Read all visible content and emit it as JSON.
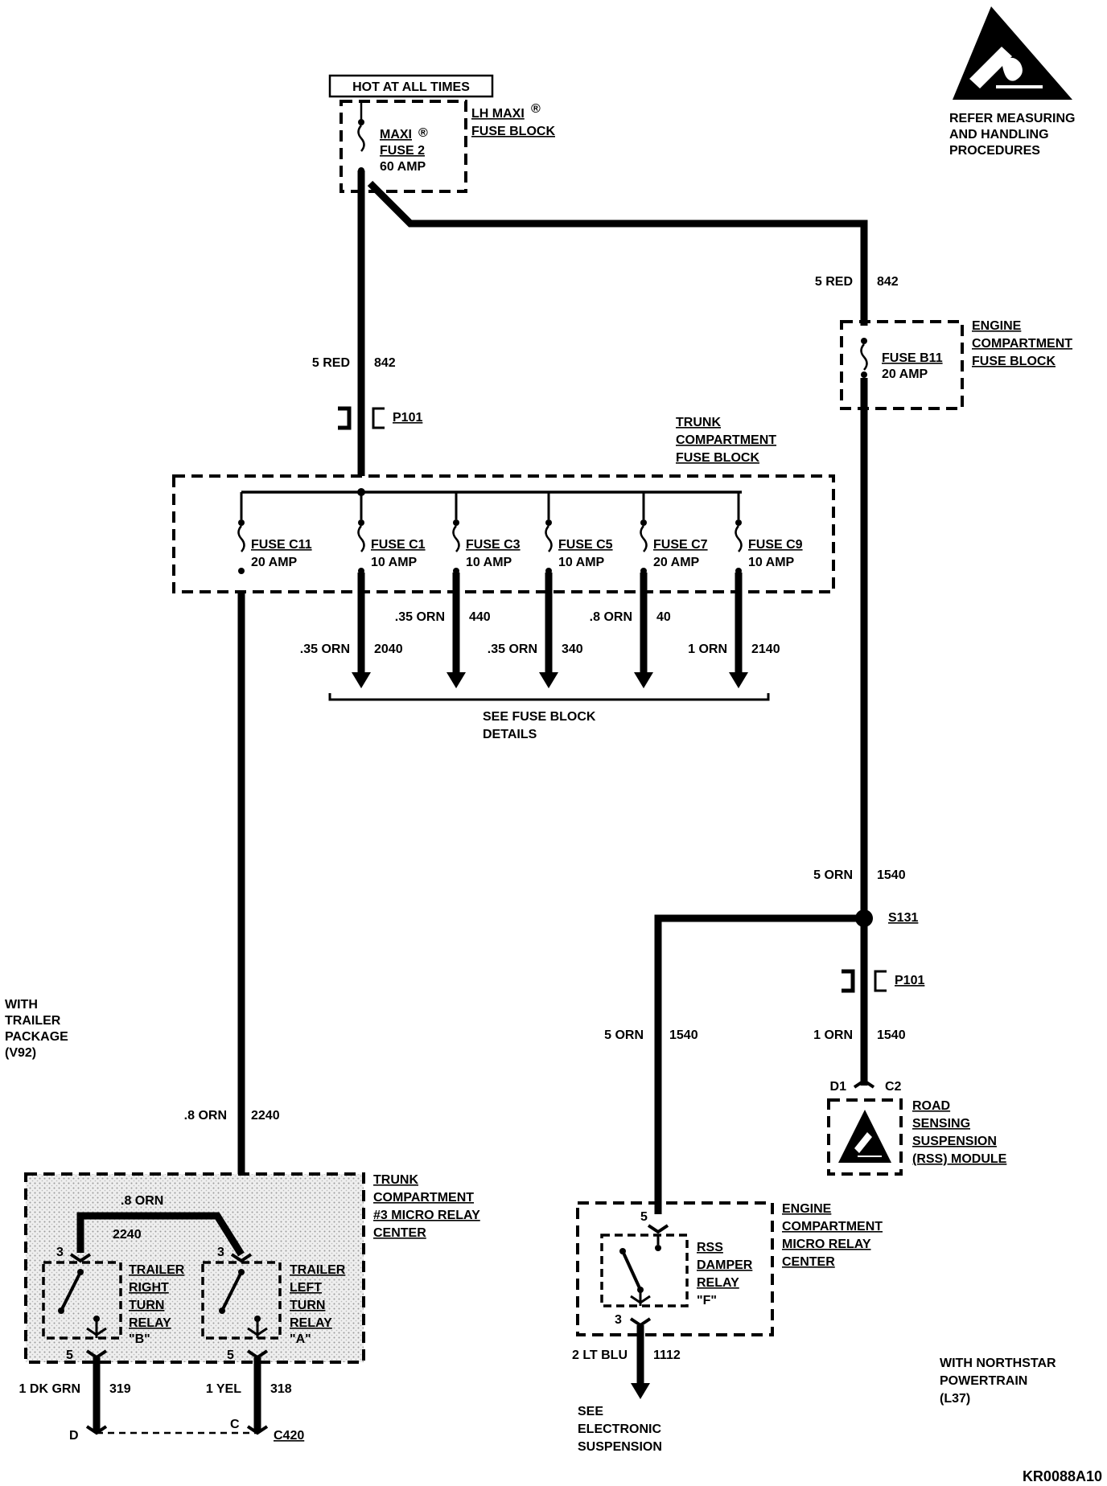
{
  "power": {
    "hot_label": "HOT AT ALL TIMES"
  },
  "maxi_fuse": {
    "block_line1": "LH MAXI",
    "block_line2": "FUSE BLOCK",
    "reg": "®",
    "fuse_line1": "MAXI",
    "fuse_line2": "FUSE 2",
    "rating": "60 AMP"
  },
  "esd_warning": {
    "line1": "REFER MEASURING",
    "line2": "AND HANDLING",
    "line3": "PROCEDURES"
  },
  "wires": {
    "left_main": {
      "gauge": "5 RED",
      "circuit": "842"
    },
    "right_main": {
      "gauge": "5 RED",
      "circuit": "842"
    },
    "right_lower": {
      "gauge": "5 ORN",
      "circuit": "1540"
    },
    "rss_feed": {
      "gauge": "1 ORN",
      "circuit": "1540"
    },
    "damper_feed": {
      "gauge": "5 ORN",
      "circuit": "1540"
    },
    "trailer_feed": {
      "gauge": ".8 ORN",
      "circuit": "2240"
    },
    "relay_jumper": {
      "gauge": ".8 ORN",
      "circuit": "2240"
    },
    "damper_out": {
      "gauge": "2 LT BLU",
      "circuit": "1112"
    },
    "right_turn_out": {
      "gauge": "1 DK GRN",
      "circuit": "319"
    },
    "left_turn_out": {
      "gauge": "1 YEL",
      "circuit": "318"
    }
  },
  "connectors": {
    "p101_top": "P101",
    "p101_right": "P101",
    "s131": "S131",
    "c420": "C420"
  },
  "engine_fuse_block": {
    "line1": "ENGINE",
    "line2": "COMPARTMENT",
    "line3": "FUSE BLOCK",
    "fuse": "FUSE B11",
    "rating": "20 AMP"
  },
  "trunk_fuse_block": {
    "line1": "TRUNK",
    "line2": "COMPARTMENT",
    "line3": "FUSE BLOCK",
    "fuses": [
      {
        "name": "FUSE C11",
        "rating": "20 AMP"
      },
      {
        "name": "FUSE C1",
        "rating": "10 AMP"
      },
      {
        "name": "FUSE C3",
        "rating": "10 AMP"
      },
      {
        "name": "FUSE C5",
        "rating": "10 AMP"
      },
      {
        "name": "FUSE C7",
        "rating": "20 AMP"
      },
      {
        "name": "FUSE C9",
        "rating": "10 AMP"
      }
    ],
    "outputs": [
      {
        "gauge": ".35 ORN",
        "circuit": "2040"
      },
      {
        "gauge": ".35 ORN",
        "circuit": "440"
      },
      {
        "gauge": ".35 ORN",
        "circuit": "340"
      },
      {
        "gauge": ".8 ORN",
        "circuit": "40"
      },
      {
        "gauge": "1 ORN",
        "circuit": "2140"
      }
    ],
    "details_line1": "SEE FUSE BLOCK",
    "details_line2": "DETAILS"
  },
  "rss_module": {
    "line1": "ROAD",
    "line2": "SENSING",
    "line3": "SUSPENSION",
    "line4": "(RSS) MODULE",
    "pin_left": "D1",
    "pin_right": "C2"
  },
  "trailer_note": {
    "line1": "WITH",
    "line2": "TRAILER",
    "line3": "PACKAGE",
    "line4": "(V92)"
  },
  "micro_relay_center": {
    "line1": "TRUNK",
    "line2": "COMPARTMENT",
    "line3": "#3 MICRO RELAY",
    "line4": "CENTER",
    "right_relay": {
      "line1": "TRAILER",
      "line2": "RIGHT",
      "line3": "TURN",
      "line4": "RELAY",
      "code": "\"B\""
    },
    "left_relay": {
      "line1": "TRAILER",
      "line2": "LEFT",
      "line3": "TURN",
      "line4": "RELAY",
      "code": "\"A\""
    },
    "pins": {
      "r_in": "3",
      "l_in": "3",
      "r_out": "5",
      "l_out": "5"
    },
    "term_d": "D",
    "term_c": "C"
  },
  "engine_micro_relay": {
    "line1": "ENGINE",
    "line2": "COMPARTMENT",
    "line3": "MICRO RELAY",
    "line4": "CENTER",
    "relay_line1": "RSS",
    "relay_line2": "DAMPER",
    "relay_line3": "RELAY",
    "relay_code": "\"F\"",
    "pin_in": "5",
    "pin_out": "3"
  },
  "electronic_suspension": {
    "line1": "SEE",
    "line2": "ELECTRONIC",
    "line3": "SUSPENSION"
  },
  "northstar_note": {
    "line1": "WITH NORTHSTAR",
    "line2": "POWERTRAIN",
    "line3": "(L37)"
  },
  "figure_code": "KR0088A10"
}
